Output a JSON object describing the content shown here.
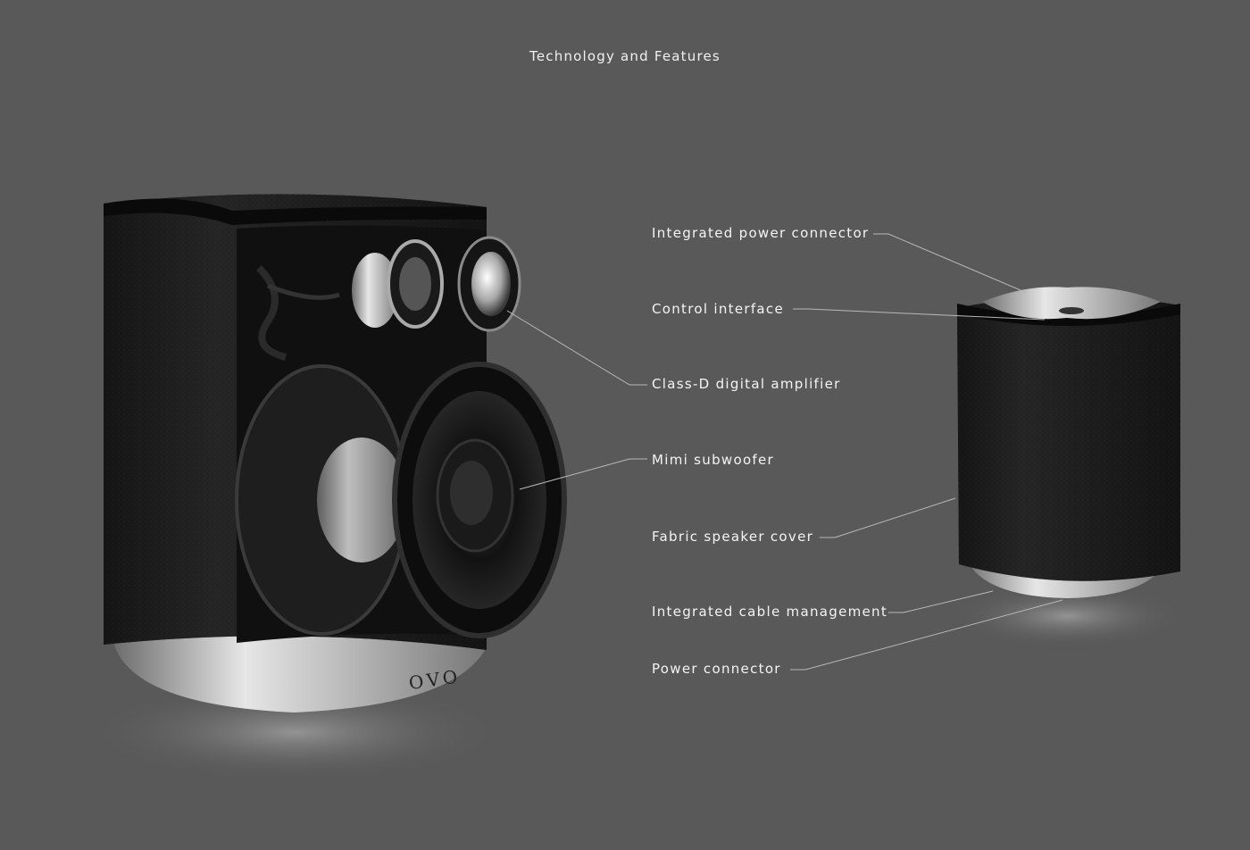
{
  "title": "Technology and Features",
  "brand_mark": "OVO",
  "callouts": [
    {
      "label": "Integrated power connector"
    },
    {
      "label": "Control interface"
    },
    {
      "label": "Class-D digital amplifier"
    },
    {
      "label": "Mimi subwoofer"
    },
    {
      "label": "Fabric speaker cover"
    },
    {
      "label": "Integrated cable management"
    },
    {
      "label": "Power connector"
    }
  ],
  "colors": {
    "background": "#595959",
    "text": "#f2f2f2",
    "leader_line": "#b8b8b8",
    "speaker_body": "#1a1a1a",
    "metal_base": "#c9c9c9"
  }
}
